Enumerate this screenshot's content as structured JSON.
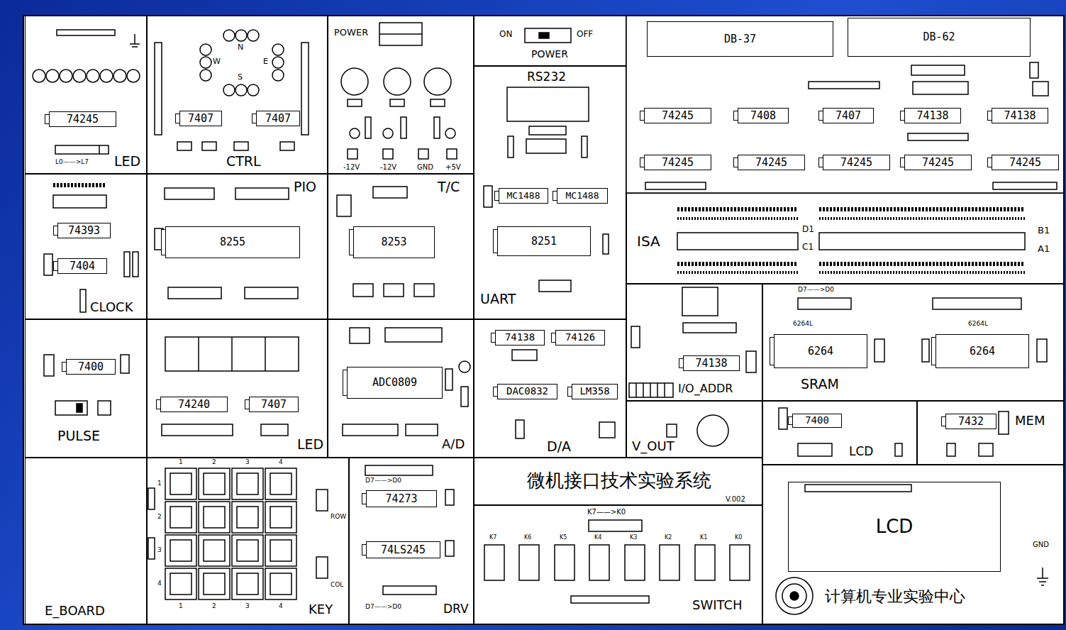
{
  "diagram": {
    "nodes": [
      {
        "text": [
          "LED"
        ]
      },
      {
        "text": [
          "74245"
        ],
        "in": 0
      },
      {
        "text": [
          "CTRL"
        ]
      },
      {
        "text": [
          "7407"
        ],
        "in": 2
      },
      {
        "text": [
          "7407"
        ],
        "in": 2
      },
      {
        "text": [
          "POWER"
        ]
      },
      {
        "text": [
          "POWER"
        ]
      },
      {
        "text": [
          "RS232",
          "UART"
        ]
      },
      {
        "text": [
          "MC1488"
        ],
        "in": 7
      },
      {
        "text": [
          "MC1488"
        ],
        "in": 7
      },
      {
        "text": [
          "8251"
        ],
        "in": 7
      },
      {
        "text": [
          "DB-37"
        ]
      },
      {
        "text": [
          "DB-62"
        ]
      },
      {
        "text": [
          "74245"
        ]
      },
      {
        "text": [
          "7408"
        ]
      },
      {
        "text": [
          "7407"
        ]
      },
      {
        "text": [
          "74138"
        ]
      },
      {
        "text": [
          "74138"
        ]
      },
      {
        "text": [
          "74245"
        ]
      },
      {
        "text": [
          "74245"
        ]
      },
      {
        "text": [
          "74245"
        ]
      },
      {
        "text": [
          "74245"
        ]
      },
      {
        "text": [
          "74245"
        ]
      },
      {
        "text": [
          "ISA"
        ]
      },
      {
        "text": [
          "CLOCK"
        ]
      },
      {
        "text": [
          "74393"
        ],
        "in": 24
      },
      {
        "text": [
          "7404"
        ],
        "in": 24
      },
      {
        "text": [
          "PIO"
        ]
      },
      {
        "text": [
          "8255"
        ],
        "in": 27
      },
      {
        "text": [
          "T/C"
        ]
      },
      {
        "text": [
          "8253"
        ],
        "in": 29
      },
      {
        "text": [
          "PULSE"
        ]
      },
      {
        "text": [
          "7400"
        ],
        "in": 31
      },
      {
        "text": [
          "LED"
        ]
      },
      {
        "text": [
          "74240"
        ],
        "in": 33
      },
      {
        "text": [
          "7407"
        ],
        "in": 33
      },
      {
        "text": [
          "A/D"
        ]
      },
      {
        "text": [
          "ADC0809"
        ],
        "in": 36
      },
      {
        "text": [
          "D/A"
        ]
      },
      {
        "text": [
          "74138"
        ],
        "in": 38
      },
      {
        "text": [
          "74126"
        ],
        "in": 38
      },
      {
        "text": [
          "DAC0832"
        ],
        "in": 38
      },
      {
        "text": [
          "LM358"
        ],
        "in": 38
      },
      {
        "text": [
          "I/O_ADDR"
        ]
      },
      {
        "text": [
          "74138"
        ],
        "in": 43
      },
      {
        "text": [
          "SRAM"
        ]
      },
      {
        "text": [
          "6264"
        ],
        "in": 45
      },
      {
        "text": [
          "6264"
        ],
        "in": 45
      },
      {
        "text": [
          "V_OUT"
        ]
      },
      {
        "text": [
          "LCD"
        ]
      },
      {
        "text": [
          "7400"
        ],
        "in": 49
      },
      {
        "text": [
          "MEM"
        ]
      },
      {
        "text": [
          "7432"
        ],
        "in": 51
      },
      {
        "text": [
          "E_BOARD"
        ]
      },
      {
        "text": [
          "KEY"
        ]
      },
      {
        "text": [
          "DRV"
        ]
      },
      {
        "text": [
          "74273"
        ],
        "in": 55
      },
      {
        "text": [
          "74LS245"
        ],
        "in": 55
      },
      {
        "text": [
          "微机接口技术实验系统",
          "V.002"
        ]
      },
      {
        "text": [
          "SWITCH"
        ]
      },
      {
        "text": [
          "计算机专业实验中心"
        ]
      },
      {
        "text": [
          "LCD"
        ],
        "in": 60
      }
    ],
    "labels": [
      "ON",
      "OFF",
      "N",
      "W",
      "E",
      "S",
      "-12V",
      "-12V",
      "GND",
      "+5V",
      "D1",
      "C1",
      "B1",
      "A1",
      "6264L",
      "6264L",
      "D7——>D0",
      "1",
      "2",
      "3",
      "4",
      "1",
      "2",
      "3",
      "4",
      "1",
      "2",
      "3",
      "4",
      "ROW",
      "COL",
      "D7——>D0",
      "K7——>K0",
      "K7",
      "K6",
      "K5",
      "K4",
      "K3",
      "K2",
      "K1",
      "K0",
      "GND",
      "D7——>D0",
      "L0——>L7"
    ]
  }
}
